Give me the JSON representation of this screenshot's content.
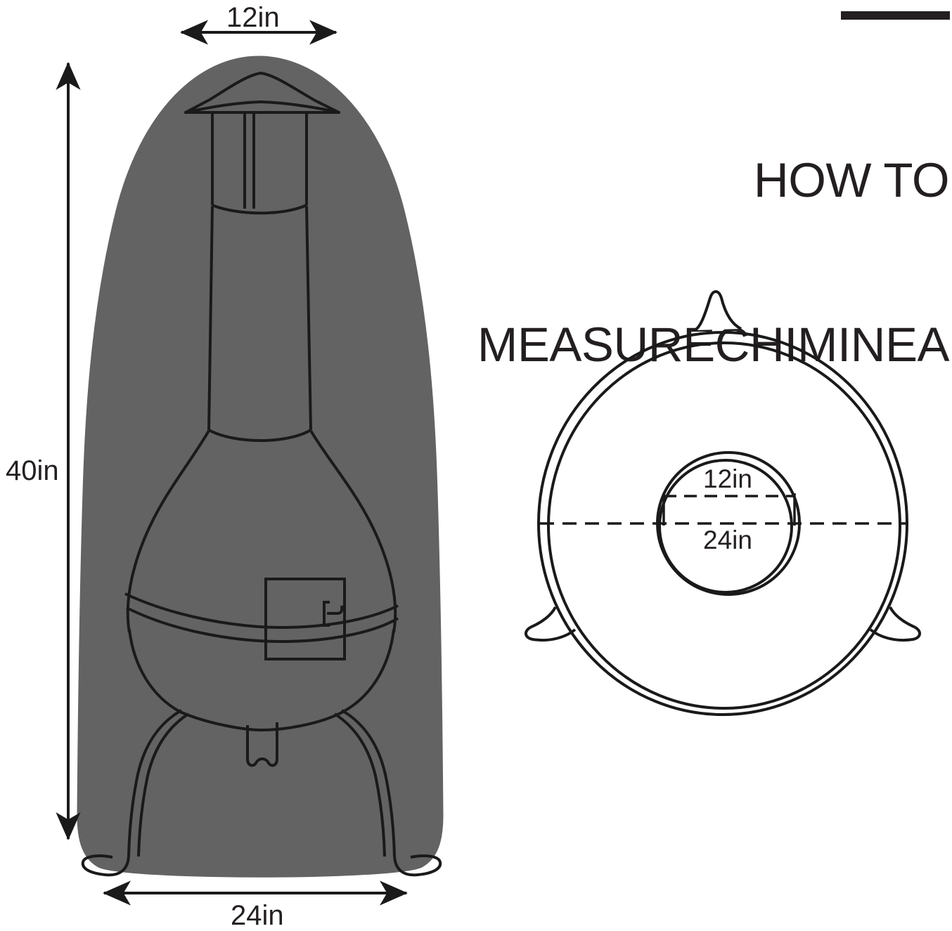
{
  "page": {
    "background_color": "#ffffff",
    "ink_color": "#231f20",
    "cover_fill_color": "#636363"
  },
  "header": {
    "accent_bar_color": "#231f20",
    "title_line1": "HOW TO",
    "title_line2": "MEASURECHIMINEA",
    "title_color": "#231f20"
  },
  "side_view": {
    "name": "chiminea-cover-side-view",
    "dimensions": {
      "top_width": "12in",
      "height": "40in",
      "bottom_width": "24in"
    },
    "parts": [
      "chimney-cap",
      "chimney-stack",
      "body",
      "access-door",
      "door-latch",
      "base-legs",
      "center-tab"
    ]
  },
  "top_view": {
    "name": "chiminea-cover-top-view",
    "dimensions": {
      "inner_diameter": "12in",
      "outer_diameter": "24in"
    },
    "parts": [
      "outer-rim-circle",
      "inner-flue-circle",
      "leg-nub-top",
      "leg-nub-bottom-left",
      "leg-nub-bottom-right",
      "diameter-dashed-line",
      "inner-chord-dashed-line"
    ]
  }
}
